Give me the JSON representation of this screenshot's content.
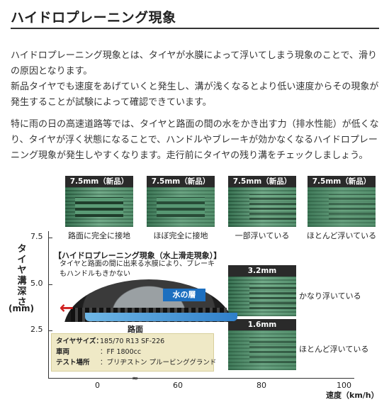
{
  "header": {
    "title": "ハイドロプレーニング現象"
  },
  "body": {
    "para1": [
      "ハイドロプレーニング現象とは、タイヤが水膜によって浮いてしまう現象のことで、滑りの原因となります。",
      "新品タイヤでも速度をあげていくと発生し、溝が浅くなるとより低い速度からその現象が発生することが試験によって確認できています。"
    ],
    "para2": "特に雨の日の高速道路等では、タイヤと路面の間の水をかき出す力（排水性能）が低くなり、タイヤが浮く状態になることで、ハンドルやブレーキが効かなくなるハイドロプレーニング現象が発生しやすくなります。走行前にタイヤの残り溝をチェックしましょう。"
  },
  "figure": {
    "thumbs_top": [
      {
        "depth": "7.5mm（新品）",
        "caption": "路面に完全に接地"
      },
      {
        "depth": "7.5mm（新品）",
        "caption": "ほぼ完全に接地"
      },
      {
        "depth": "7.5mm（新品）",
        "caption": "一部浮いている"
      },
      {
        "depth": "7.5mm（新品）",
        "caption": "ほとんど浮いている"
      }
    ],
    "thumbs_side": [
      {
        "depth": "3.2mm",
        "caption": "かなり浮いている"
      },
      {
        "depth": "1.6mm",
        "caption": "ほとんど浮いている"
      }
    ],
    "y_axis": {
      "label_chars": [
        "タ",
        "イ",
        "ヤ",
        "溝",
        "深",
        "さ"
      ],
      "unit": "(mm)",
      "ticks": [
        "7.5",
        "5.0",
        "2.5"
      ]
    },
    "x_axis": {
      "ticks": [
        "0",
        "60",
        "80",
        "100"
      ],
      "unit": "速度（km/h）",
      "break": "≈"
    },
    "diagram": {
      "title": "【ハイドロプレーニング現象（水上滑走現象）】",
      "desc": "タイヤと路面の間に出来る水膜により、ブレーキもハンドルもきかない",
      "water_label": "水の層",
      "road_label": "路面"
    },
    "spec": {
      "rows": [
        {
          "k": "タイヤサイズ：",
          "v": "185/70 R13  SF-226"
        },
        {
          "k": "車両",
          "v": "：FF 1800cc"
        },
        {
          "k": "テスト場所",
          "v": "：ブリヂストン プルービンググランド"
        }
      ]
    }
  }
}
